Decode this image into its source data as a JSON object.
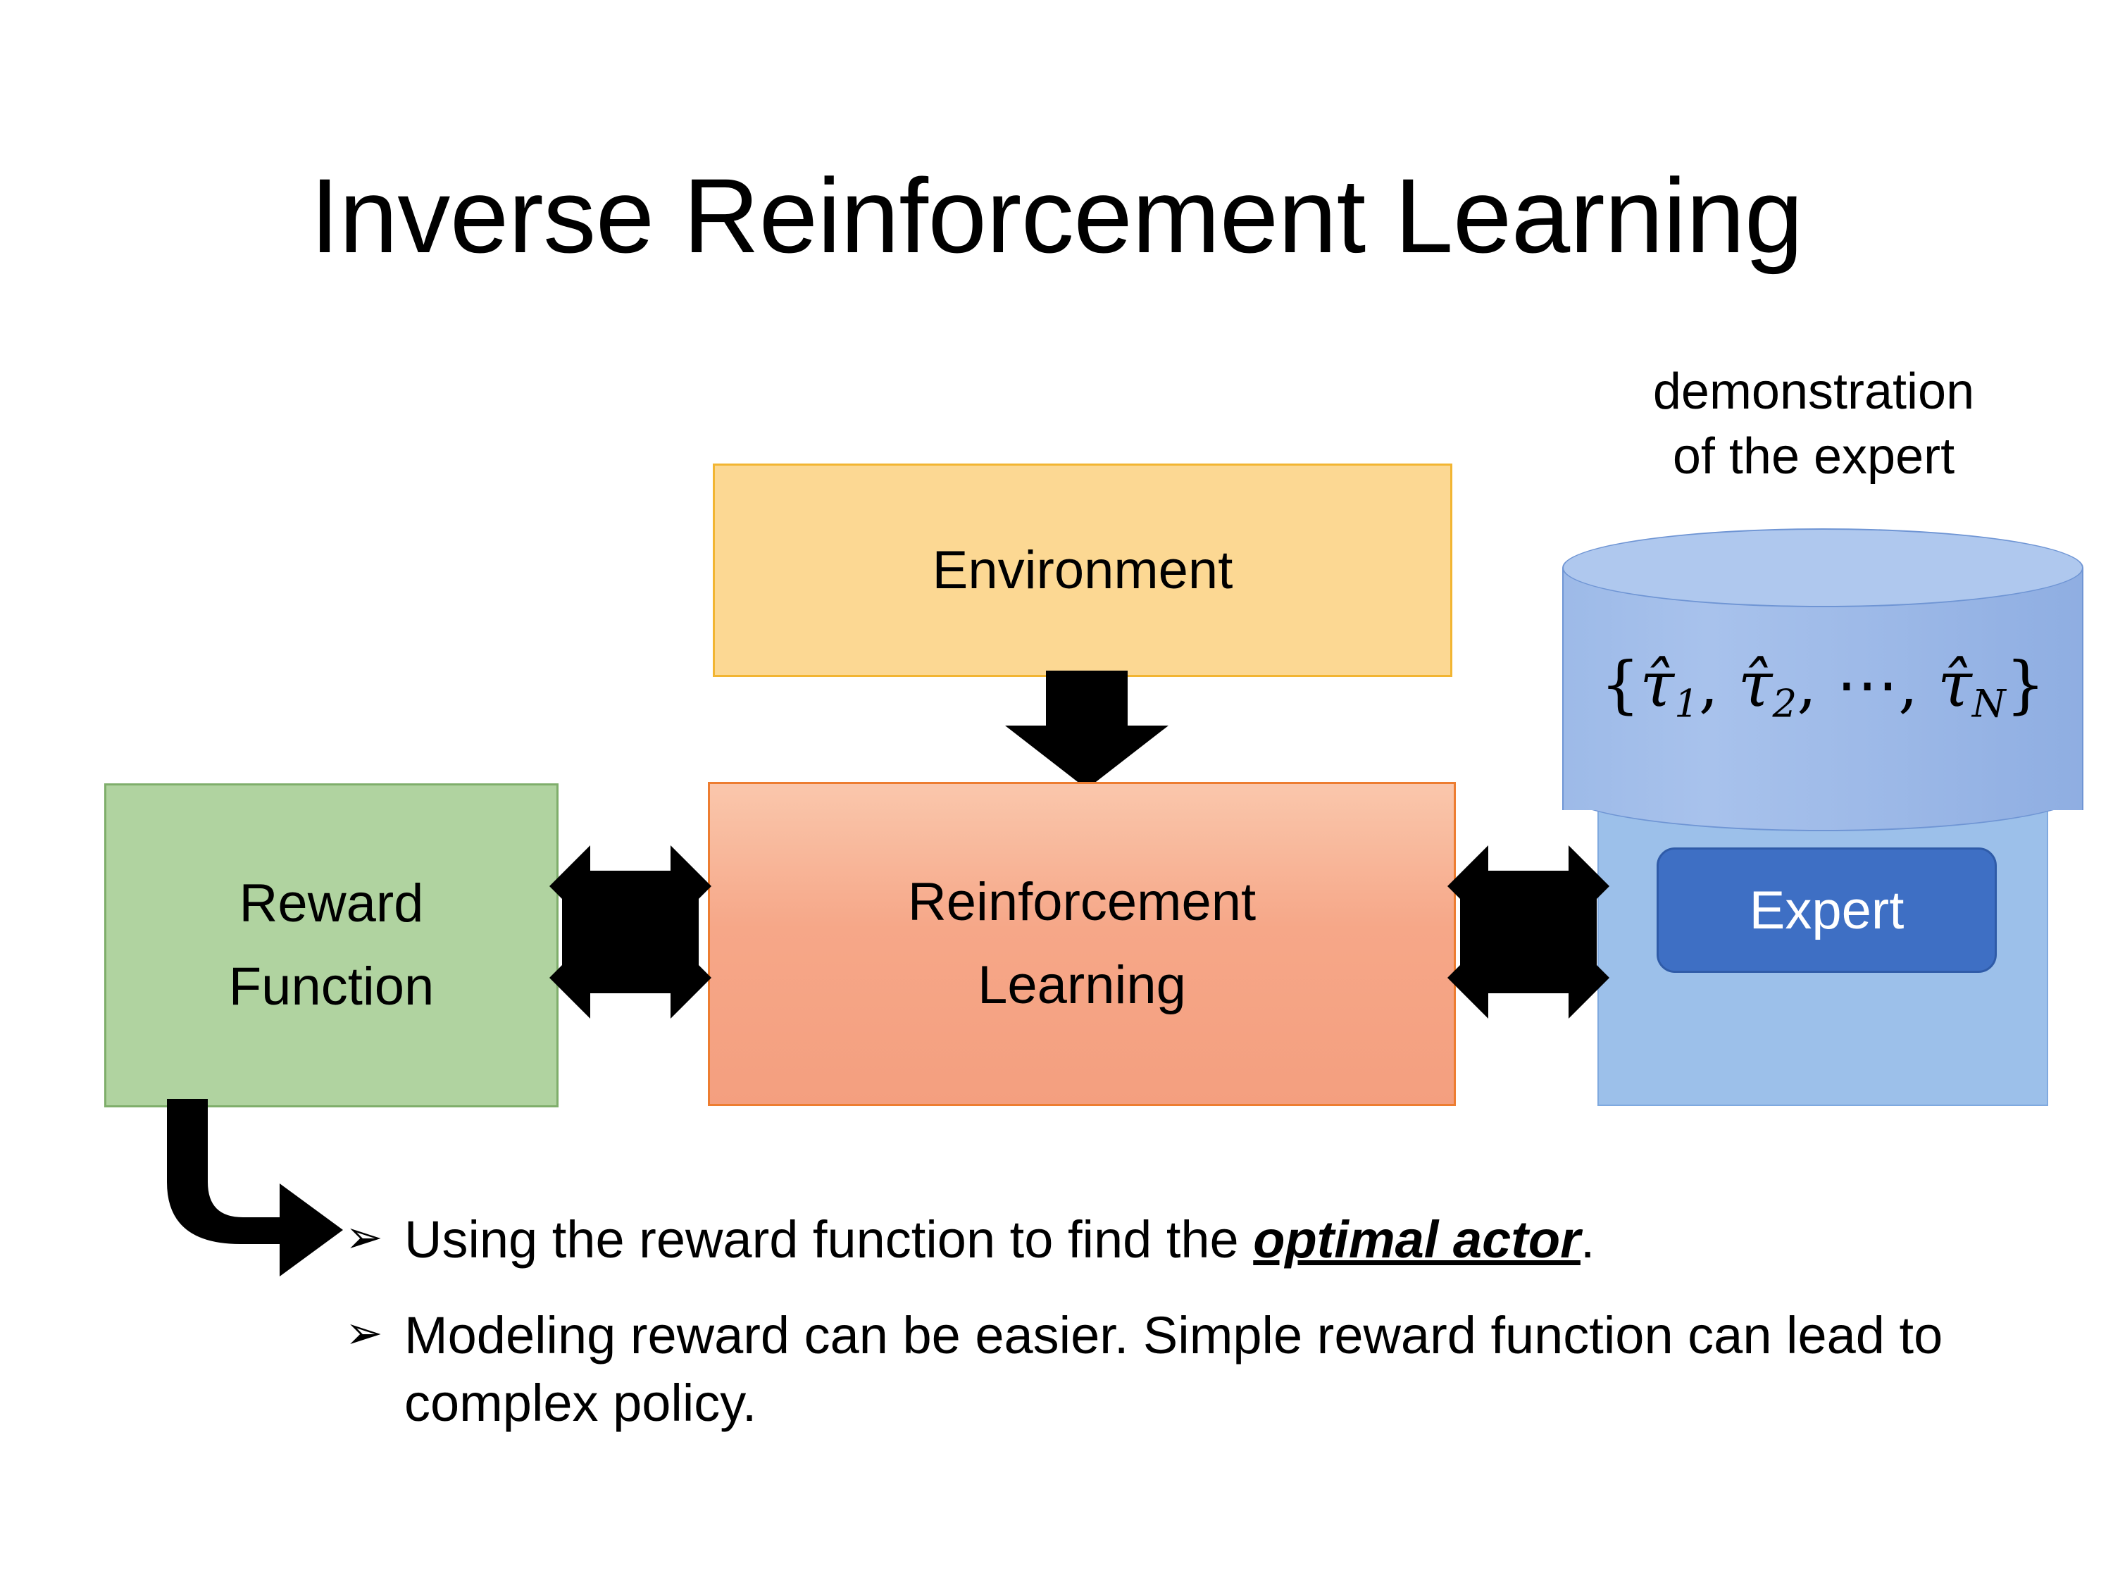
{
  "slide": {
    "title": "Inverse Reinforcement Learning",
    "background": "#FFFFFF"
  },
  "diagram": {
    "environment": {
      "label": "Environment",
      "fill": "#FCD893",
      "border": "#F2B532"
    },
    "reinforcement_learning": {
      "label_line1": "Reinforcement",
      "label_line2": "Learning",
      "fill": "#F6A788",
      "border": "#ED7D31"
    },
    "reward_function": {
      "label_line1": "Reward",
      "label_line2": "Function",
      "fill": "#B0D3A0",
      "border": "#7FAE6B"
    },
    "expert_panel": {
      "fill": "#9CC0EA",
      "border": "#7FA9DF",
      "chip_label": "Expert",
      "chip_fill": "#3E6FC4",
      "chip_border": "#2F5BA8",
      "chip_text_color": "#FFFFFF"
    },
    "demonstration": {
      "caption_line1": "demonstration",
      "caption_line2": "of the expert",
      "cylinder_fill": "#A8C2EC",
      "cylinder_border": "#6F95D4",
      "formula": {
        "open_brace": "{",
        "items": [
          "τ̂1",
          "τ̂2",
          "⋯",
          "τ̂N"
        ],
        "plain": "{τ̂₁, τ̂₂, ⋯ , τ̂ₙ}",
        "close_brace": "}",
        "symbol": "τ",
        "separator": ",",
        "ellipsis": "⋯",
        "subscripts": [
          "1",
          "2",
          "N"
        ]
      }
    },
    "arrows": [
      {
        "name": "environment-to-rl",
        "kind": "down-arrow",
        "color": "#000000"
      },
      {
        "name": "reward-rl-double",
        "kind": "quad-arrow",
        "color": "#000000"
      },
      {
        "name": "rl-expert-double",
        "kind": "quad-arrow",
        "color": "#000000"
      },
      {
        "name": "reward-to-bullets",
        "kind": "elbow-arrow",
        "color": "#000000"
      }
    ]
  },
  "bullets": {
    "marker": "➢",
    "items": [
      {
        "prefix": "Using the reward function to find the ",
        "emphasis": "optimal actor",
        "suffix": "."
      },
      {
        "prefix": "Modeling reward can be easier. Simple reward function can lead to complex policy.",
        "emphasis": "",
        "suffix": ""
      }
    ]
  }
}
